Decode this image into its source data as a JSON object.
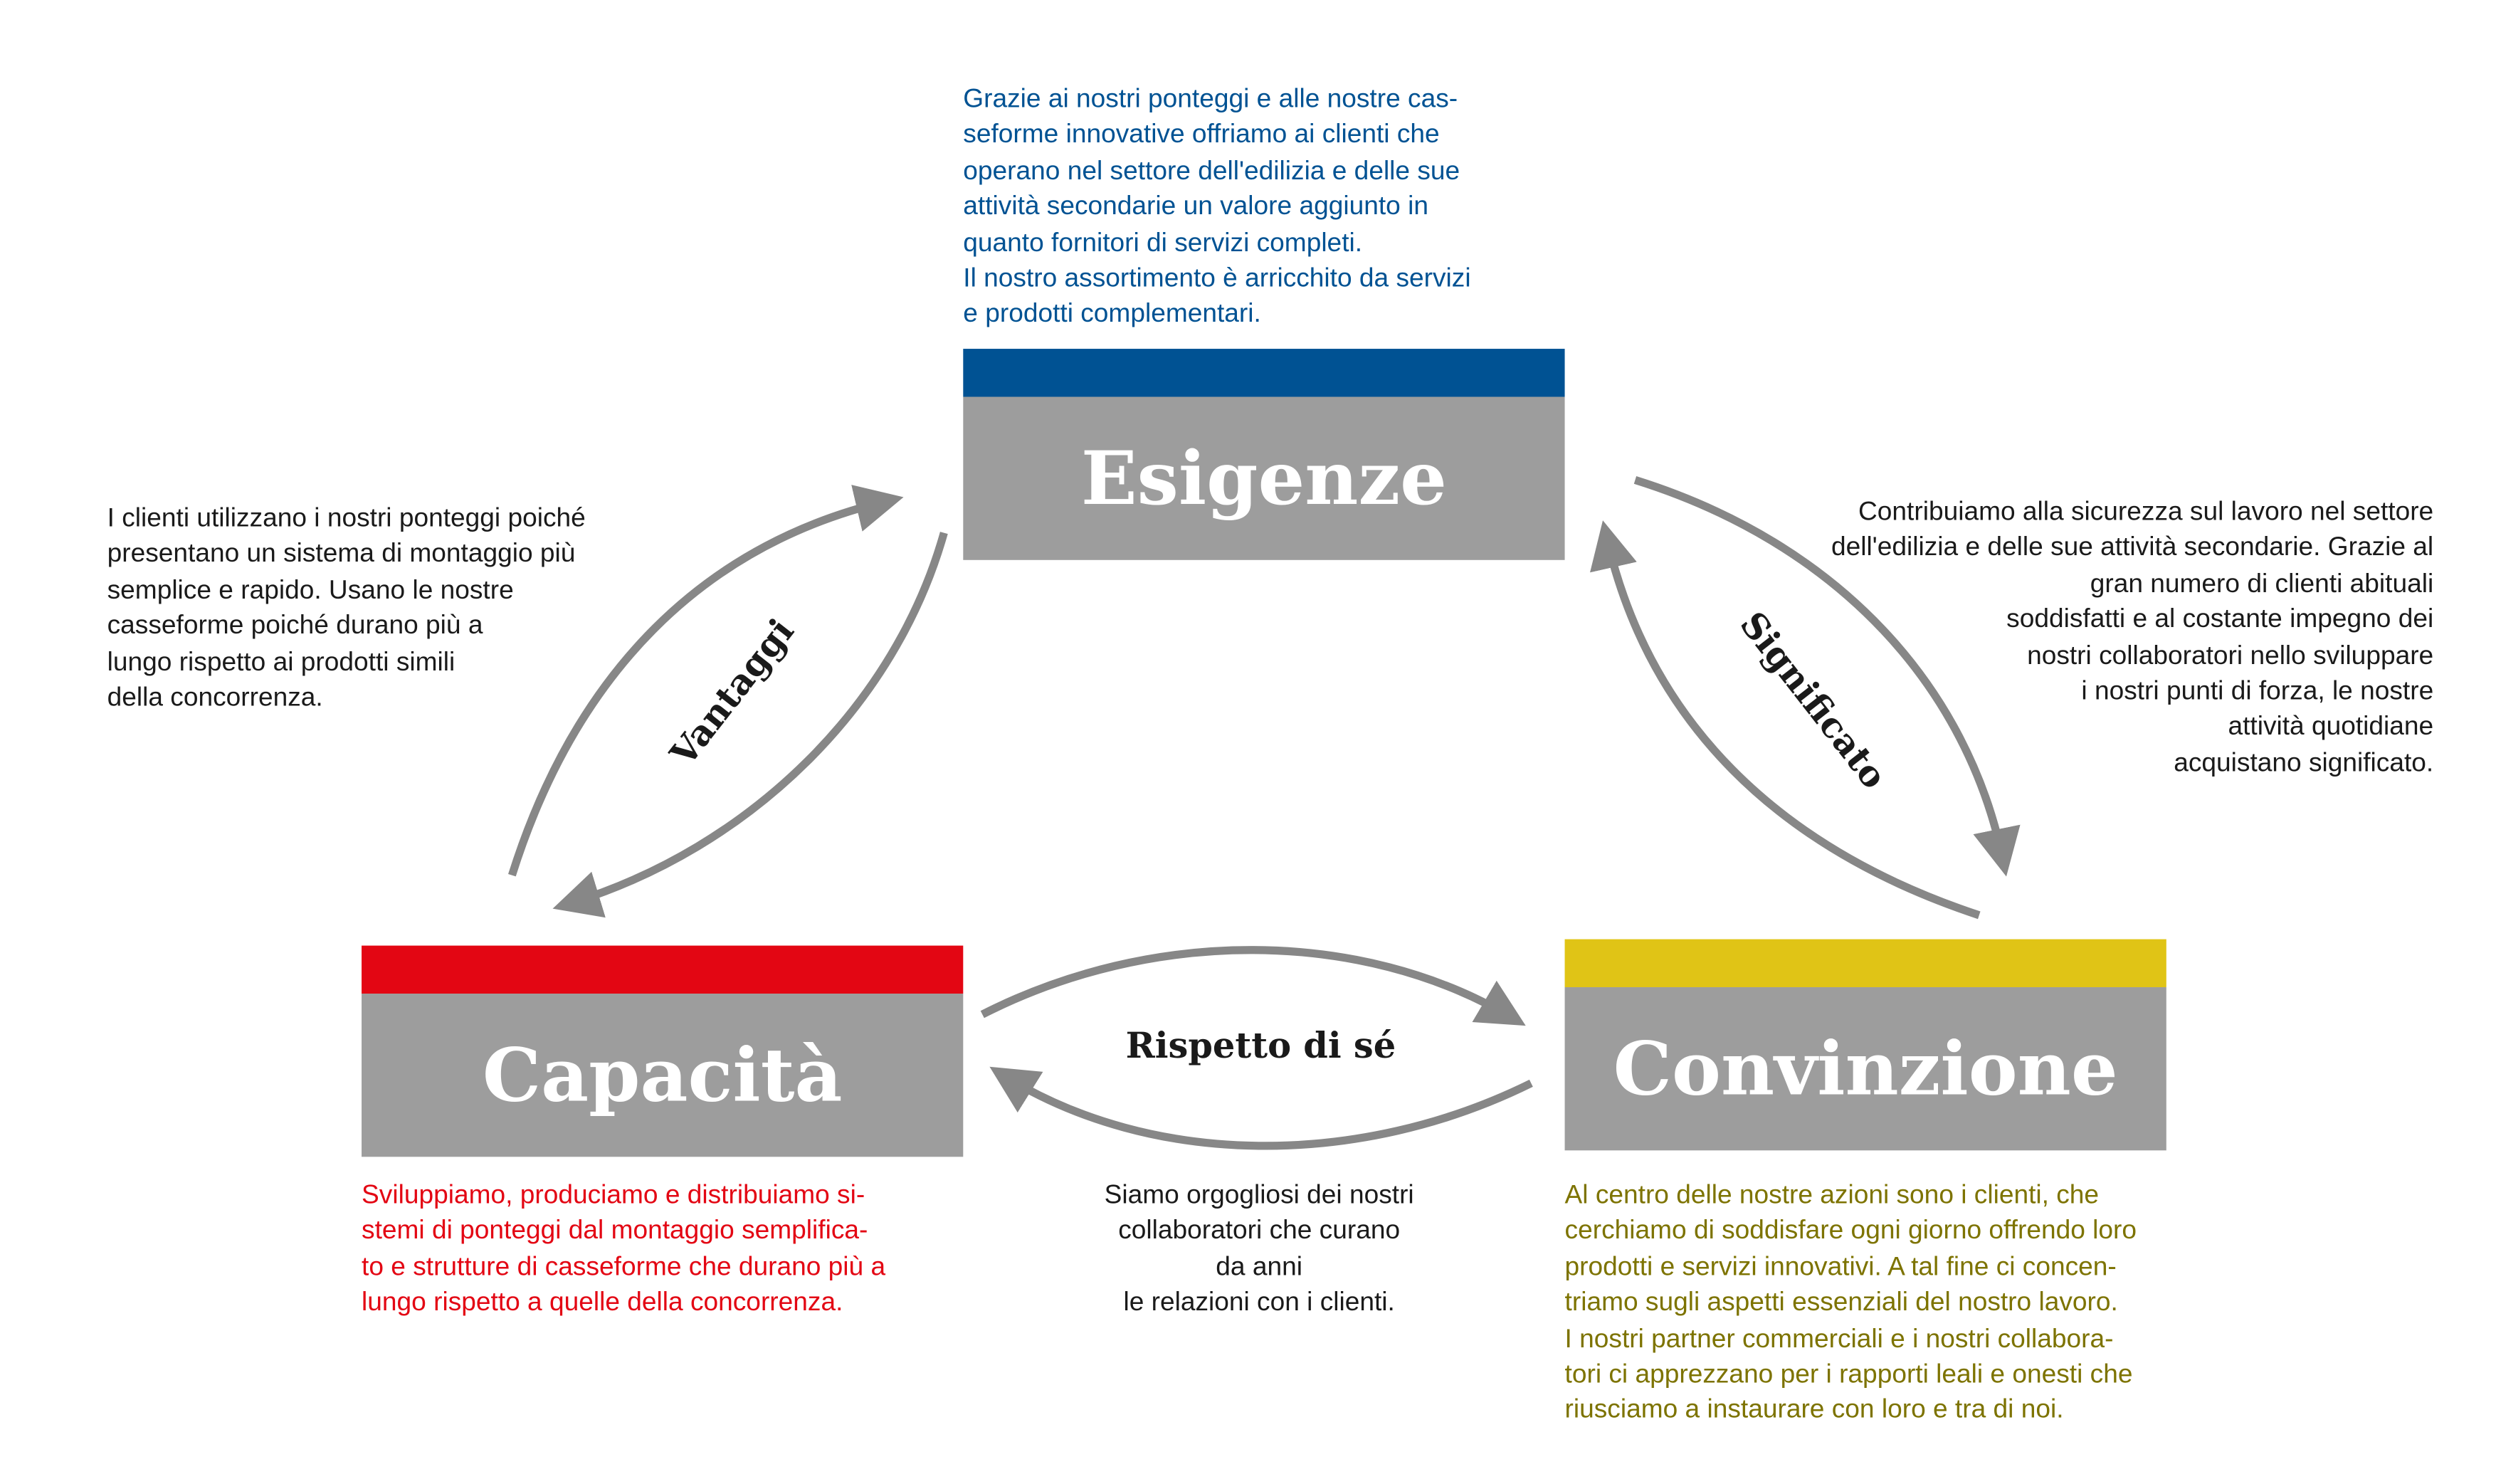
{
  "colors": {
    "esigenze": "#005293",
    "capacita": "#e30613",
    "convinzione": "#e0c416",
    "box": "#9d9d9d",
    "arrow": "#878787",
    "olive": "#7d7300"
  },
  "esigenze": {
    "title": "Esigenze",
    "text": "Grazie ai nostri ponteggi e alle nostre cas-\nseforme innovative offriamo ai clienti che\noperano nel settore dell'edilizia e delle sue\nattività secondarie un valore aggiunto in\nquanto fornitori di servizi completi.\nIl nostro assortimento è arricchito da servizi\ne prodotti complementari."
  },
  "capacita": {
    "title": "Capacità",
    "text": "Sviluppiamo, produciamo e distribuiamo si-\nstemi di ponteggi dal montaggio semplifica-\nto e strutture di casseforme che durano più a\nlungo rispetto a quelle della concorrenza."
  },
  "convinzione": {
    "title": "Convinzione",
    "text": "Al centro delle nostre azioni sono i clienti, che\ncerchiamo di soddisfare ogni giorno offrendo loro\nprodotti e servizi innovativi. A tal fine ci concen-\ntriamo sugli aspetti essenziali del nostro lavoro.\nI nostri partner commerciali e i nostri collabora-\ntori ci apprezzano per i rapporti leali e onesti che\nriusciamo a instaurare con loro e tra di noi."
  },
  "vantaggi": {
    "label": "Vantaggi",
    "text": "I clienti utilizzano i nostri ponteggi poiché\npresentano un sistema di montaggio più\nsemplice e rapido. Usano le nostre\ncasseforme poiché durano più a\nlungo rispetto ai prodotti simili\ndella concorrenza."
  },
  "significato": {
    "label": "Significato",
    "text": "Contribuiamo alla sicurezza sul lavoro nel settore\ndell'edilizia e delle sue attività secondarie. Grazie al\ngran numero di clienti abituali\nsoddisfatti e al costante impegno dei\nnostri collaboratori nello sviluppare\ni nostri punti di forza, le nostre\nattività quotidiane\nacquistano significato."
  },
  "rispetto": {
    "label": "Rispetto di sé",
    "text": "Siamo orgogliosi dei nostri\ncollaboratori che curano\nda anni\nle relazioni con i clienti."
  }
}
